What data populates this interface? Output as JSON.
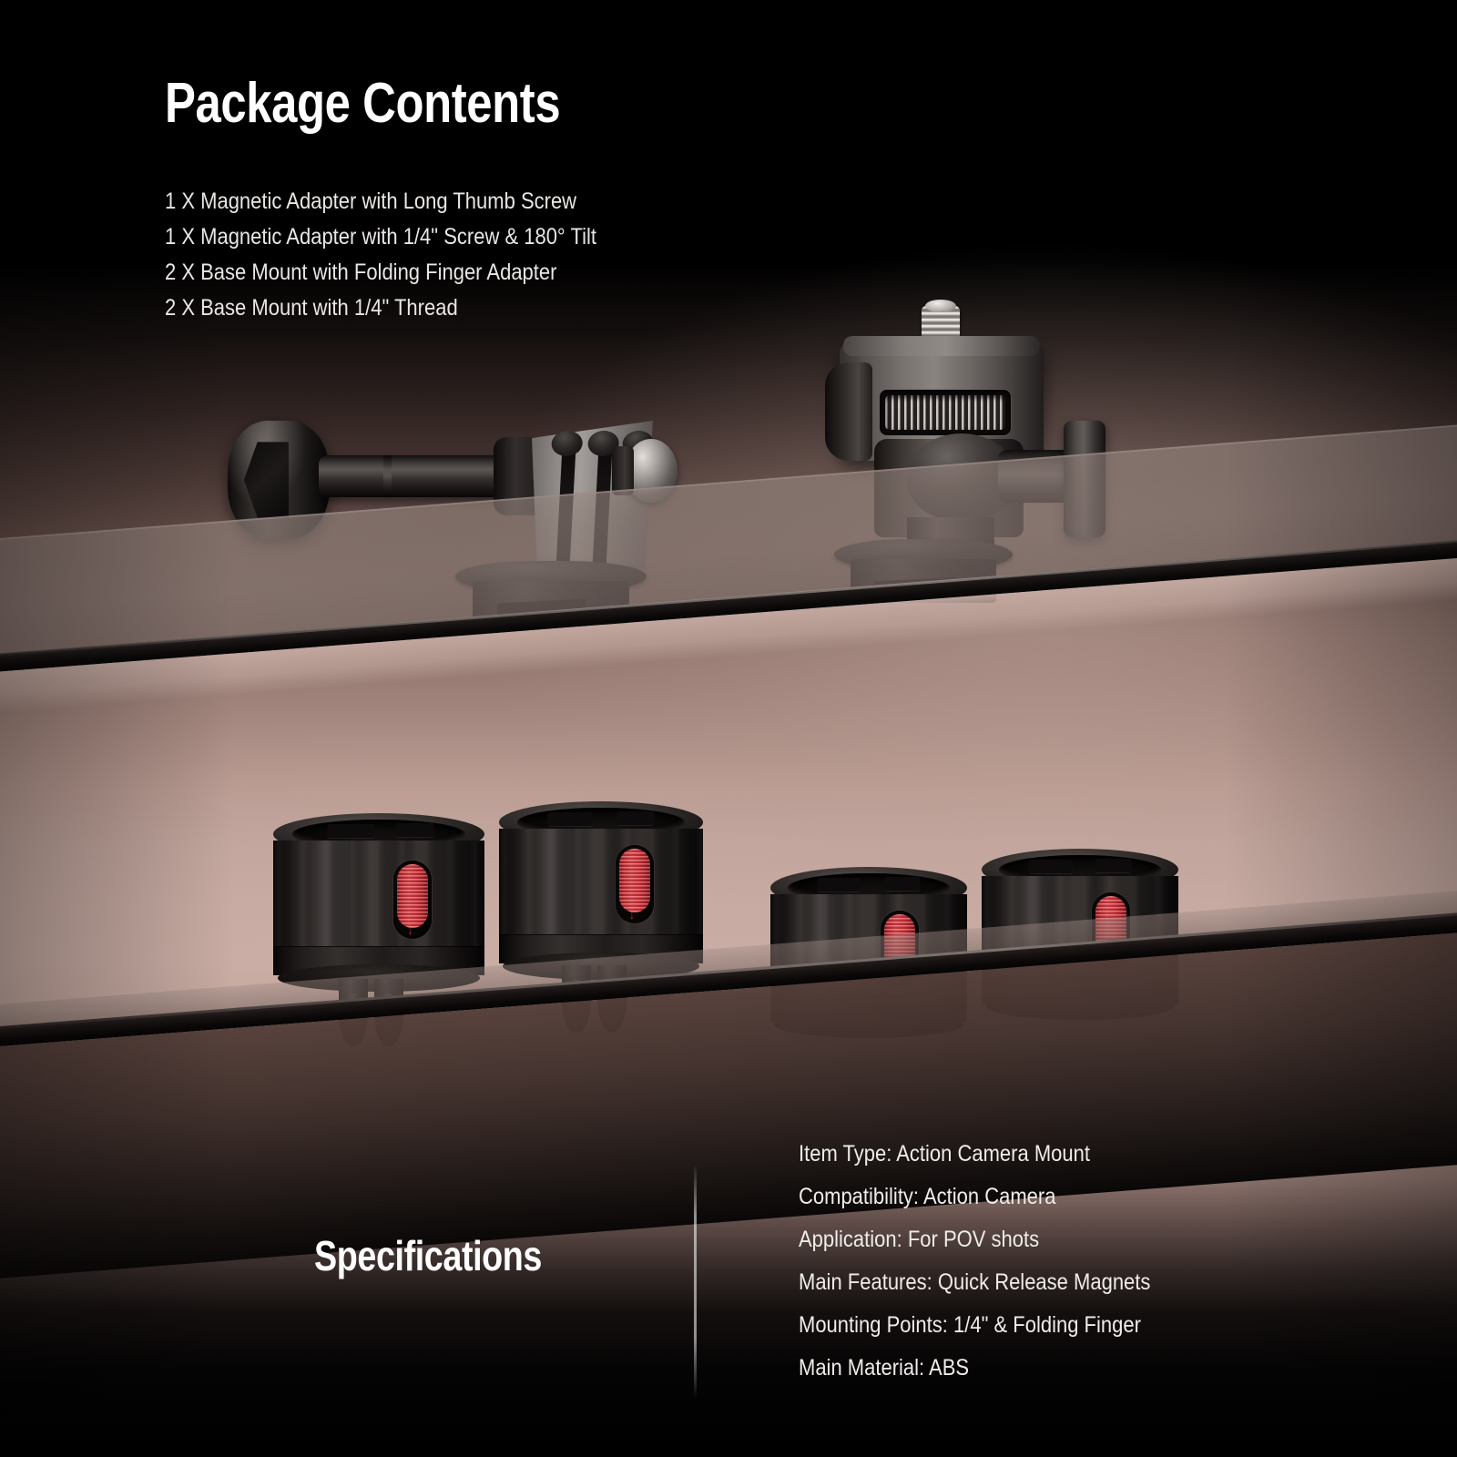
{
  "package": {
    "title": "Package Contents",
    "items": [
      "1 X Magnetic Adapter with Long Thumb Screw",
      "1 X Magnetic Adapter with 1/4\" Screw & 180° Tilt",
      "2 X Base Mount with Folding Finger Adapter",
      "2 X Base Mount with 1/4\" Thread"
    ]
  },
  "specifications": {
    "title": "Specifications",
    "lines": [
      "Item Type: Action Camera Mount",
      "Compatibility: Action Camera",
      "Application: For POV shots",
      "Main Features: Quick Release Magnets",
      "Mounting Points: 1/4\" & Folding Finger",
      "Main Material: ABS"
    ]
  },
  "products": {
    "top_shelf": [
      {
        "name": "Magnetic Adapter with Long Thumb Screw"
      },
      {
        "name": "Magnetic Adapter with 1/4\" Screw & 180° Tilt"
      }
    ],
    "bottom_shelf": [
      {
        "name": "Base Mount with Folding Finger Adapter"
      },
      {
        "name": "Base Mount with Folding Finger Adapter"
      },
      {
        "name": "Base Mount with 1/4\" Thread"
      },
      {
        "name": "Base Mount with 1/4\" Thread"
      }
    ]
  },
  "colors": {
    "background_top": "#000000",
    "background_mid": "#c9ada4",
    "background_bottom": "#000000",
    "product_black": "#1a1716",
    "product_gray": "#8f8a87",
    "release_red": "#e8373f",
    "text_primary": "#ffffff",
    "text_secondary": "#e9e6e4"
  }
}
